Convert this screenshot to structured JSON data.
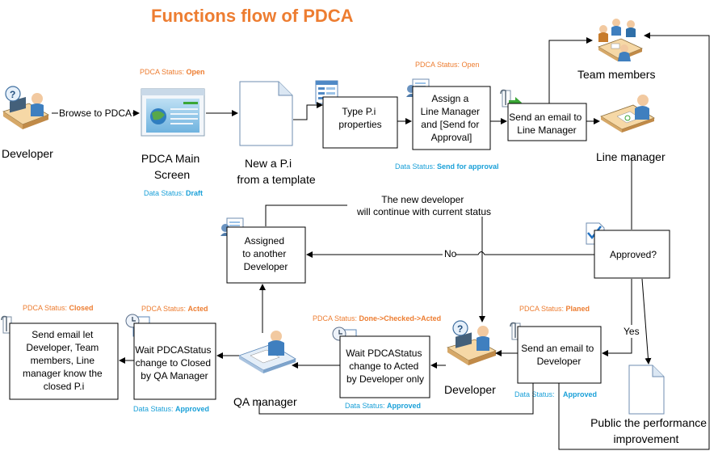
{
  "title": "Functions flow of PDCA",
  "actors": {
    "developer_top": "Developer",
    "team_members": "Team members",
    "line_manager": "Line manager",
    "developer_bottom": "Developer",
    "qa_manager": "QA manager"
  },
  "screens": {
    "main_screen_line1": "PDCA Main",
    "main_screen_line2": "Screen",
    "new_pi_line1": "New a P.i",
    "new_pi_line2": "from a template",
    "public_line1": "Public the performance",
    "public_line2": "improvement"
  },
  "edges": {
    "browse": "Browse to PDCA",
    "no": "No",
    "yes": "Yes",
    "continue_line1": "The new developer",
    "continue_line2": "will continue with current status"
  },
  "boxes": {
    "type_pi": [
      "Type P.i",
      "properties"
    ],
    "assign_lm": [
      "Assign a",
      "Line Manager",
      "and [Send for",
      "Approval]"
    ],
    "email_lm": [
      "Send an email to",
      "Line Manager"
    ],
    "approved": [
      "Approved?"
    ],
    "assigned_dev": [
      "Assigned",
      "to another",
      "Developer"
    ],
    "email_dev": [
      "Send an email to",
      "Developer"
    ],
    "wait_acted": [
      "Wait PDCAStatus",
      "change to Acted",
      "by Developer only"
    ],
    "wait_closed": [
      "Wait PDCAStatus",
      "change to Closed",
      "by QA Manager"
    ],
    "email_close": [
      "Send email let",
      "Developer, Team",
      "members, Line",
      "manager know the",
      "closed P.i"
    ]
  },
  "statuses": {
    "pdca_label": "PDCA Status:",
    "data_label": "Data Status:",
    "open1": "Open",
    "open2": "Open",
    "draft": "Draft",
    "send_for_approval": "Send for approval",
    "planed": "Planed",
    "approved1": "Approved",
    "done_checked_acted": "Done->Checked->Acted",
    "approved2": "Approved",
    "acted": "Acted",
    "approved3": "Approved",
    "closed": "Closed"
  },
  "colors": {
    "title": "#ed7d31",
    "pdca_status": "#ed7d31",
    "data_status": "#1aa0d8"
  },
  "icons": [
    "developer-icon",
    "team-members-icon",
    "line-manager-icon",
    "qa-manager-icon",
    "browser-screen-icon",
    "document-icon",
    "form-icon",
    "users-settings-icon",
    "email-icon",
    "approval-icon",
    "clock-form-icon"
  ]
}
